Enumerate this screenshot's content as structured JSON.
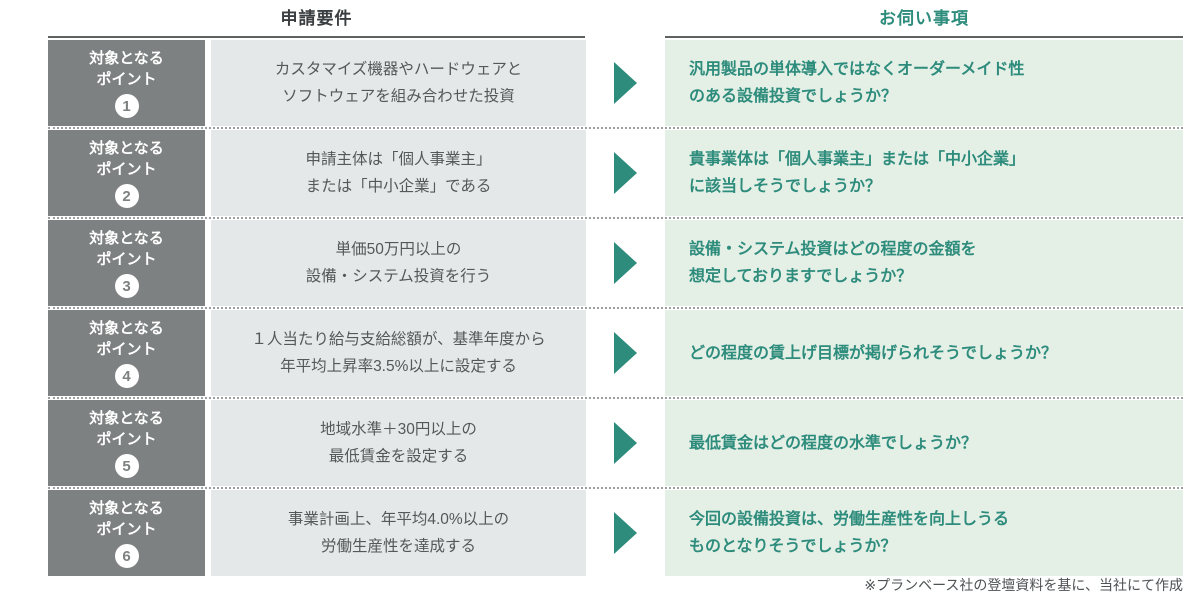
{
  "header": {
    "left_title": "申請要件",
    "right_title": "お伺い事項"
  },
  "point_label": {
    "line1": "対象となる",
    "line2": "ポイント"
  },
  "rows": [
    {
      "number": "1",
      "requirement": "カスタマイズ機器やハードウェアと\nソフトウェアを組み合わせた投資",
      "inquiry": "汎用製品の単体導入ではなくオーダーメイド性\nのある設備投資でしょうか？"
    },
    {
      "number": "2",
      "requirement": "申請主体は「個人事業主」\nまたは「中小企業」である",
      "inquiry": "貴事業体は「個人事業主」または「中小企業」\nに該当しそうでしょうか？"
    },
    {
      "number": "3",
      "requirement": "単価50万円以上の\n設備・システム投資を行う",
      "inquiry": "設備・システム投資はどの程度の金額を\n想定しておりますでしょうか？"
    },
    {
      "number": "4",
      "requirement": "１人当たり給与支給総額が、基準年度から\n年平均上昇率3.5%以上に設定する",
      "inquiry": "どの程度の賃上げ目標が掲げられそうでしょうか？"
    },
    {
      "number": "5",
      "requirement": "地域水準＋30円以上の\n最低賃金を設定する",
      "inquiry": "最低賃金はどの程度の水準でしょうか？"
    },
    {
      "number": "6",
      "requirement": "事業計画上、年平均4.0%以上の\n労働生産性を達成する",
      "inquiry": "今回の設備投資は、労働生産性を向上しうる\nものとなりそうでしょうか？"
    }
  ],
  "footer": {
    "note": "※プランベース社の登壇資料を基に、当社にて作成"
  },
  "colors": {
    "teal_accent": "#2e8c7c",
    "point_box_gray": "#7e8181",
    "requirement_bg": "#e5e8e8",
    "inquiry_bg": "#e4efe6"
  }
}
